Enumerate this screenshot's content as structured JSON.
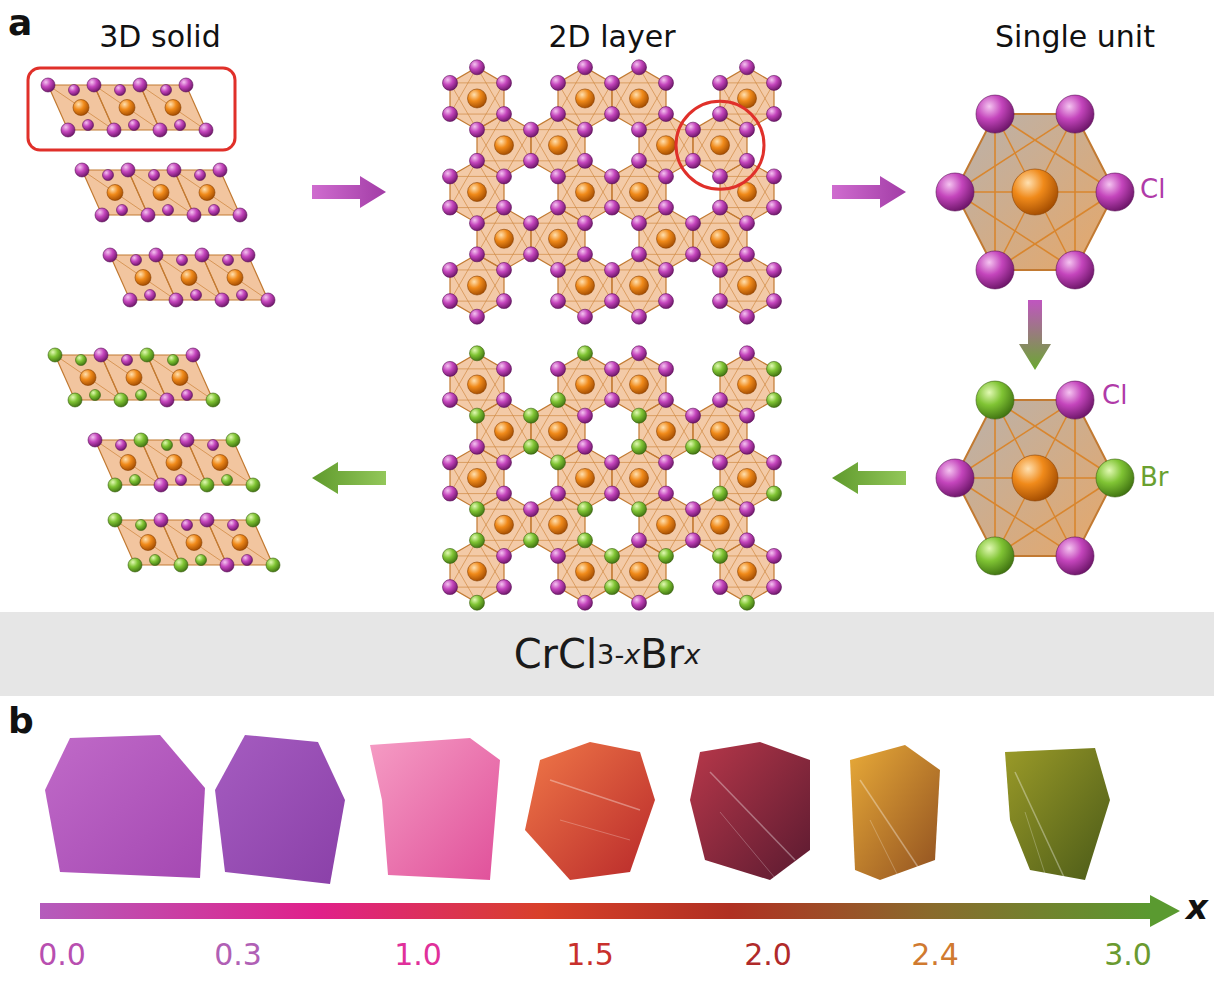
{
  "diagram": {
    "nodes": [
      {
        "text": [
          "CrCl",
          "3-",
          "x",
          "Br",
          "x"
        ]
      }
    ],
    "labels": [
      "a",
      "3D solid",
      "2D layer",
      "Single unit",
      "Cl",
      "Cl",
      "Br",
      "b",
      "0.0",
      "0.3",
      "1.0",
      "1.5",
      "2.0",
      "2.4",
      "3.0",
      "x"
    ]
  }
}
